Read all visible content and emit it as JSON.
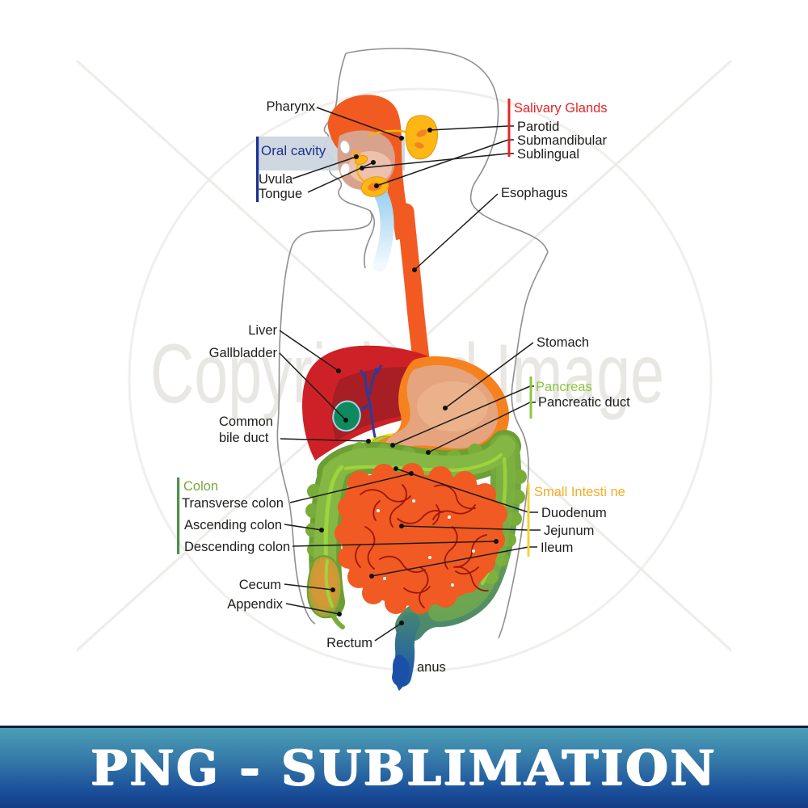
{
  "banner": {
    "text": "PNG - SUBLIMATION",
    "text_color": "#ffffff",
    "bg_top": "#4b9fb5",
    "bg_bottom": "#123c85",
    "border_color": "#0e1e3e"
  },
  "watermark": {
    "text": "Copyrighted Image",
    "color": "#e8e7e3"
  },
  "diagram": {
    "labels": {
      "pharynx": "Pharynx",
      "oral_cavity": "Oral cavity",
      "uvula": "Uvula",
      "tongue": "Tongue",
      "salivary_glands": "Salivary Glands",
      "parotid": "Parotid",
      "submandibular": "Submandibular",
      "sublingual": "Sublingual",
      "esophagus": "Esophagus",
      "liver": "Liver",
      "gallbladder": "Gallbladder",
      "stomach": "Stomach",
      "pancreas": "Pancreas",
      "pancreatic_duct": "Pancreatic duct",
      "common_bile_duct_1": "Common",
      "common_bile_duct_2": "bile duct",
      "colon": "Colon",
      "transverse_colon": "Transverse colon",
      "ascending_colon": "Ascending colon",
      "descending_colon": "Descending colon",
      "small_intestine": "Small Intesti ne",
      "duodenum": "Duodenum",
      "jejunum": "Jejunum",
      "ileum": "Ileum",
      "cecum": "Cecum",
      "appendix": "Appendix",
      "rectum": "Rectum",
      "anus": "anus"
    },
    "group_colors": {
      "salivary_glands": "#e52528",
      "oral_cavity": "#1b3193",
      "colon_text": "#76a83a",
      "colon_bar": "#4f9148",
      "pancreas": "#8cc63e",
      "small_intestine_text": "#f3ac25",
      "small_intestine_bar": "#f2d338"
    },
    "organ_colors": {
      "esophagus": "#f15b22",
      "liver": "#ce2127",
      "liver_shadow": "#a71e24",
      "gallbladder": "#0e8a5e",
      "bile_duct": "#2b3b9f",
      "stomach_outline": "#f5821f",
      "stomach_fill": "#e5a47e",
      "pancreas_fill": "#ffec12",
      "colon": "#79ad3a",
      "small_intestine": "#f15a22",
      "intestine_lines": "#9c170a",
      "salivary_gland": "#fcb715",
      "rectum_blue": "#1c50ac",
      "body_outline": "#8f8f8f",
      "label_text": "#1d1d1b"
    }
  }
}
